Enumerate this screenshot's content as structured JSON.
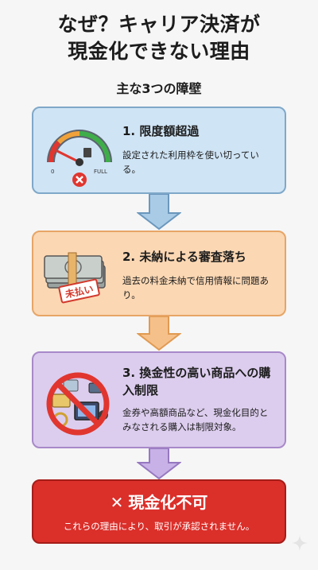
{
  "title_line1": "なぜ？キャリア決済が",
  "title_line2": "現金化できない理由",
  "subtitle": "主な3つの障壁",
  "steps": [
    {
      "title": "1. 限度額超過",
      "desc": "設定された利用枠を使い切っている。",
      "gauge_labels": {
        "empty": "0",
        "full": "FULL"
      },
      "icon": "fuel-gauge-icon"
    },
    {
      "title": "2. 未納による審査落ち",
      "desc": "過去の料金未納で信用情報に問題あり。",
      "stamp": "未払い",
      "icon": "money-stack-icon"
    },
    {
      "title": "3. 換金性の高い商品への購入制限",
      "desc": "金券や高額商品など、現金化目的とみなされる購入は制限対象。",
      "icon": "prohibited-goods-icon"
    }
  ],
  "result": {
    "title": "現金化不可",
    "mark": "✕",
    "desc": "これらの理由により、取引が承認されません。"
  },
  "colors": {
    "card1_bg": "#cfe4f5",
    "card2_bg": "#fbd7b3",
    "card3_bg": "#dccdee",
    "result_bg": "#db2f2a"
  }
}
